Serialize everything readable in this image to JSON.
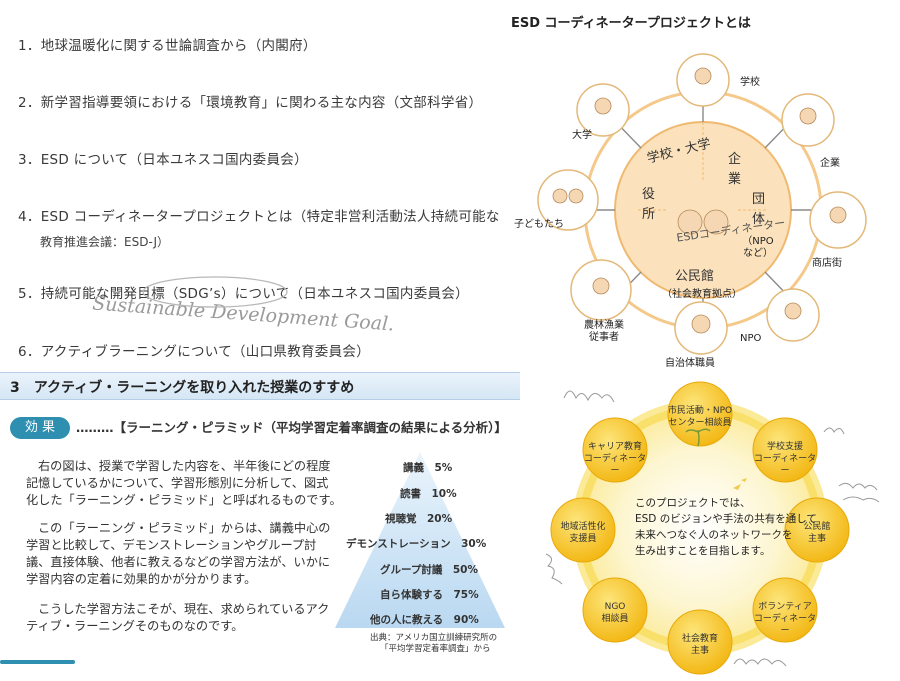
{
  "left_list": {
    "items": [
      "1．地球温暖化に関する世論調査から（内閣府）",
      "2．新学習指導要領における「環境教育」に関わる主な内容（文部科学省）",
      "3．ESD について（日本ユネスコ国内委員会）",
      "4．ESD コーディネータープロジェクトとは（特定非営利活動法人持続可能な",
      "5．持続可能な開発目標（SDG’s）について（日本ユネスコ国内委員会）",
      "6．アクティブラーニングについて（山口県教育委員会）"
    ],
    "item4_cont": "教育推進会議：ESD-J）",
    "handwritten_note": "Sustainable Development Goal."
  },
  "section3": {
    "title": "3　アクティブ・ラーニングを取り入れた授業のすすめ",
    "effect_label": "効 果",
    "effect_heading": "………【ラーニング・ピラミッド（平均学習定着率調査の結果による分析）】",
    "para1": [
      "右の図は、授業で学習した内容を、半年後にどの程度",
      "記憶しているかについて、学習形態別に分析して、図式",
      "化した「ラーニング・ピラミッド」と呼ばれるものです。"
    ],
    "para2": [
      "この「ラーニング・ピラミッド」からは、講義中心の",
      "学習と比較して、デモンストレーションやグループ討",
      "議、直接体験、他者に教えるなどの学習方法が、いかに",
      "学習内容の定着に効果的かが分かります。"
    ],
    "para3": [
      "こうした学習方法こそが、現在、求められているアク",
      "ティブ・ラーニングそのものなのです。"
    ],
    "pyramid": [
      {
        "label": "講義　5%",
        "value": 5
      },
      {
        "label": "読書　10%",
        "value": 10
      },
      {
        "label": "視聴覚　20%",
        "value": 20
      },
      {
        "label": "デモンストレーション　30%",
        "value": 30
      },
      {
        "label": "グループ討議　50%",
        "value": 50
      },
      {
        "label": "自ら体験する　75%",
        "value": 75
      },
      {
        "label": "他の人に教える　90%",
        "value": 90
      }
    ],
    "source": [
      "出典：アメリカ国立訓練研究所の",
      "「平均学習定着率調査」から"
    ]
  },
  "right_top": {
    "title": "ESD コーディネータープロジェクトとは",
    "outer_labels": [
      "学校",
      "企業",
      "商店街",
      "NPO",
      "自治体職員",
      "農林漁業従事者",
      "子どもたち",
      "大学"
    ],
    "hub": {
      "top": "学校・大学",
      "left": "役所",
      "right_top": "企業",
      "right": "団体",
      "right_paren": "（NPOなど）",
      "bottom": "公民館",
      "bottom_sub": "（社会教育拠点）",
      "center": "ESDコーディネーター"
    },
    "colors": {
      "ring": "#f4c98a",
      "hub": "#fbe2bd",
      "arrow": "#8a8a8a"
    }
  },
  "right_bottom": {
    "circles": [
      {
        "label": "市民活動・NPO\nセンター相談員"
      },
      {
        "label": "学校支援\nコーディネーター"
      },
      {
        "label": "公民館\n主事"
      },
      {
        "label": "ボランティア\nコーディネーター"
      },
      {
        "label": "社会教育\n主事"
      },
      {
        "label": "NGO\n相談員"
      },
      {
        "label": "地域活性化\n支援員"
      },
      {
        "label": "キャリア教育\nコーディネーター"
      }
    ],
    "center_text": [
      "このプロジェクトでは、",
      "ESD のビジョンや手法の共有を通して",
      "未来へつなぐ人のネットワークを",
      "生み出すことを目指します。"
    ],
    "colors": {
      "circle": "#f6c21d",
      "ring": "#f9e06a",
      "glow": "#fdf1b8"
    }
  }
}
